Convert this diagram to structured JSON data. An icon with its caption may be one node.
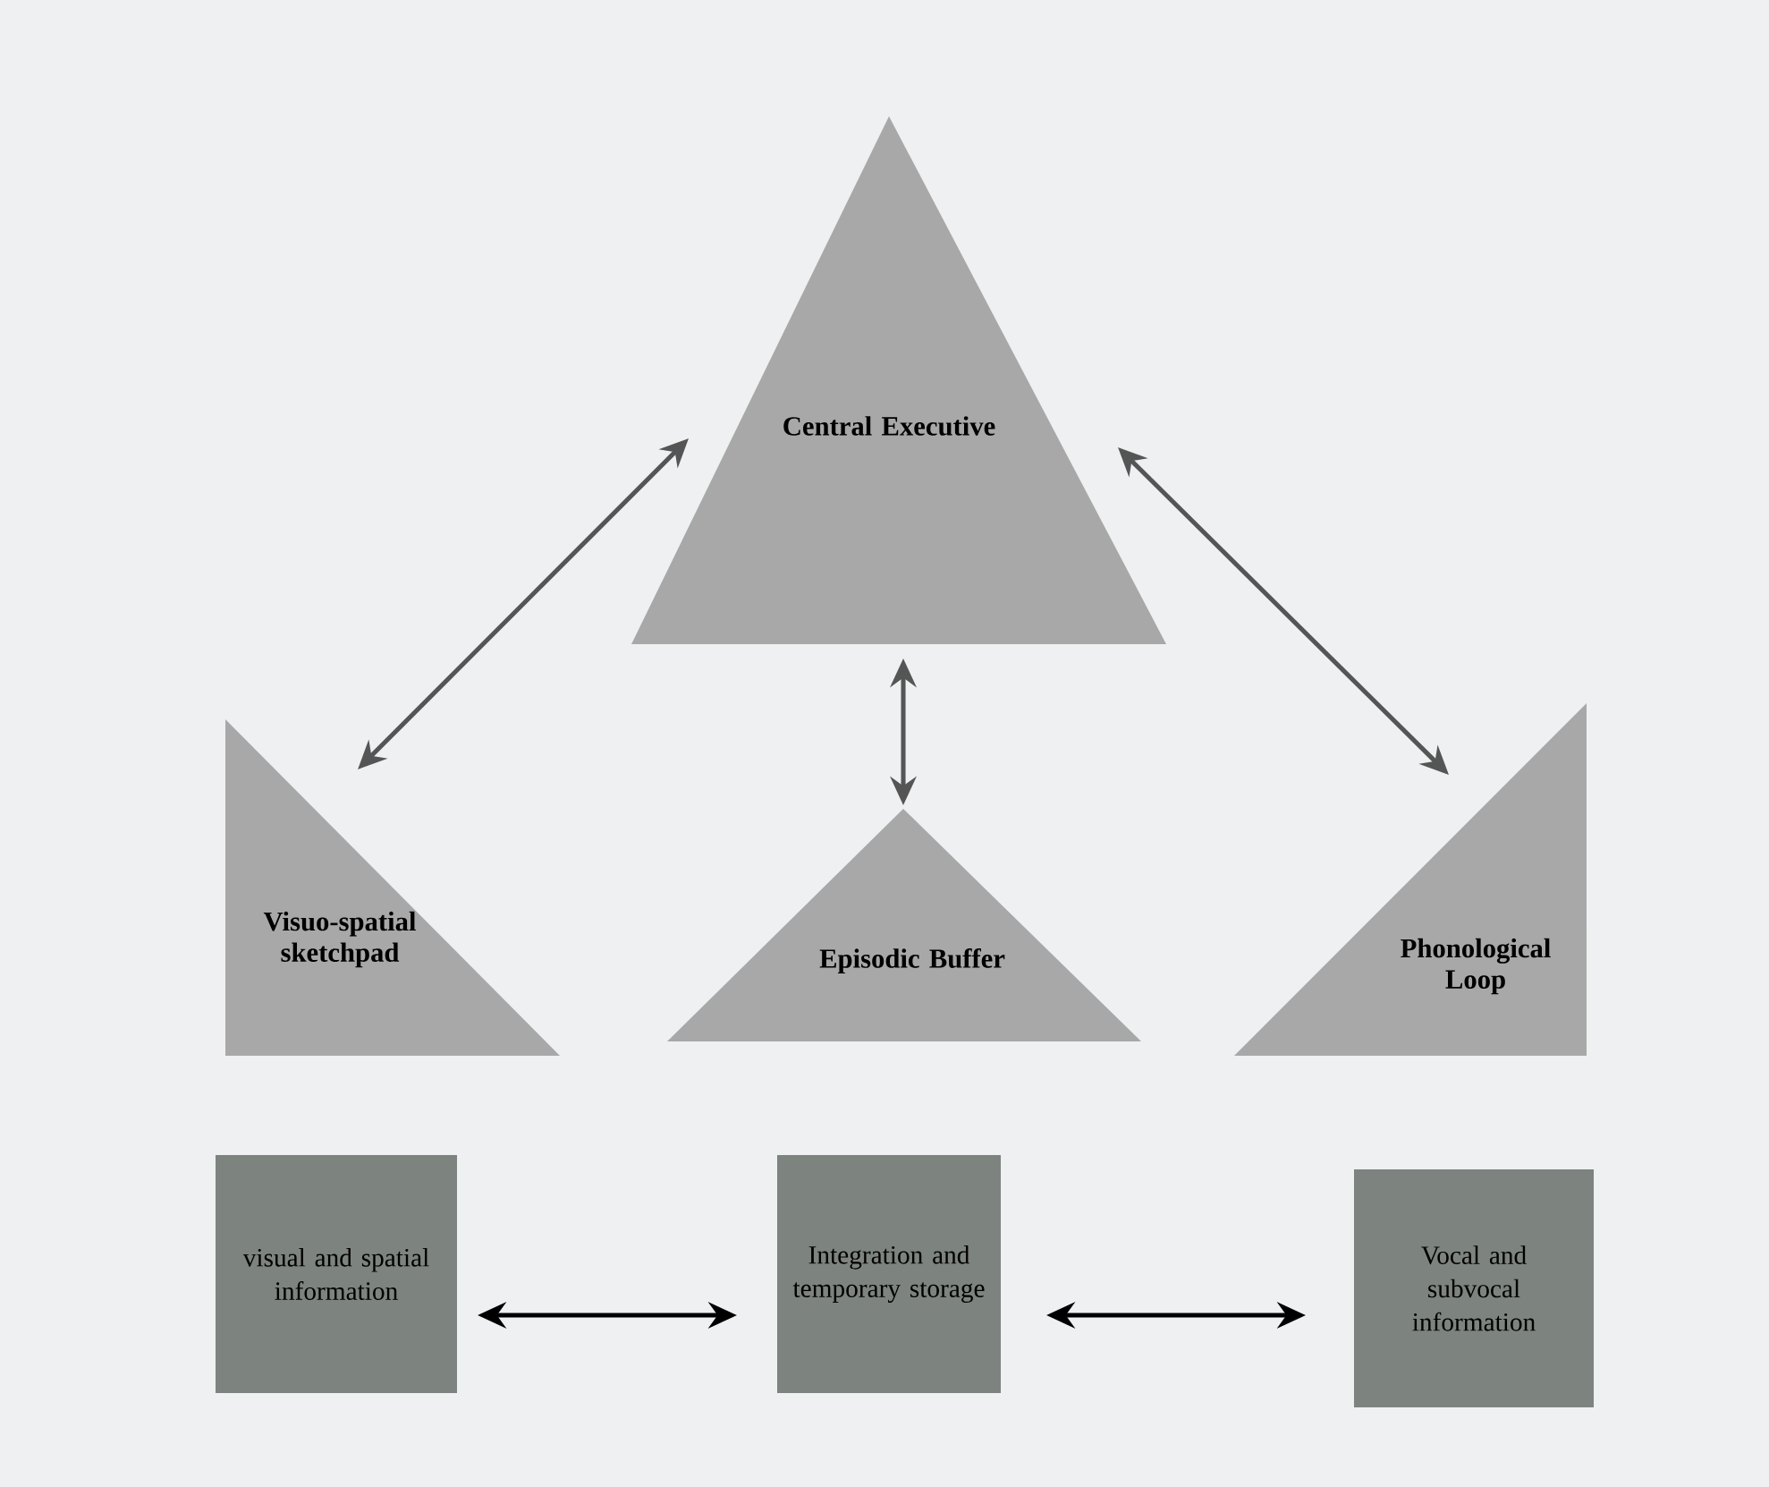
{
  "diagram": {
    "nodes": [
      {
        "text": [
          "Central Executive"
        ]
      },
      {
        "text": [
          "Visuo-spatial sketchpad"
        ]
      },
      {
        "text": [
          "Episodic Buffer"
        ]
      },
      {
        "text": [
          "Phonological Loop"
        ]
      },
      {
        "text": [
          "visual and spatial information"
        ]
      },
      {
        "text": [
          "Integration and temporary storage"
        ]
      },
      {
        "text": [
          "Vocal and subvocal information"
        ]
      }
    ],
    "edges": [
      {
        "from": 0,
        "to": 1,
        "arrow": "both"
      },
      {
        "from": 0,
        "to": 2,
        "arrow": "both"
      },
      {
        "from": 0,
        "to": 3,
        "arrow": "both"
      },
      {
        "from": 4,
        "to": 5,
        "arrow": "both",
        "color": "#000000"
      },
      {
        "from": 5,
        "to": 6,
        "arrow": "both",
        "color": "#000000"
      }
    ]
  }
}
